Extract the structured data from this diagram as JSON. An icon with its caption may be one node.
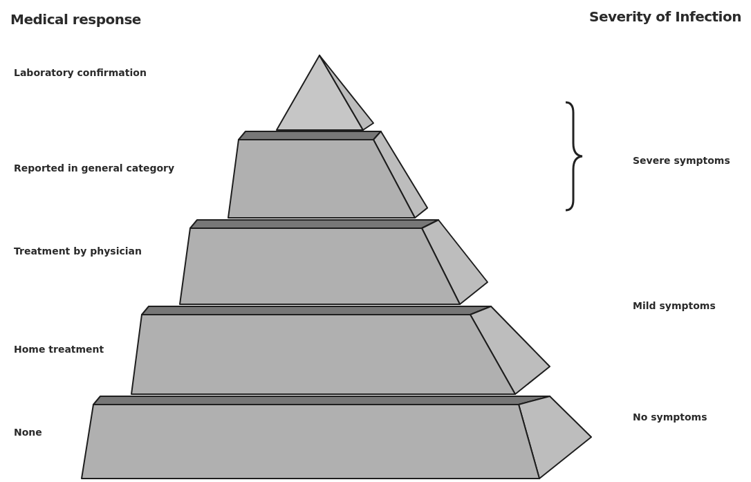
{
  "diagram": {
    "nodes": [
      {
        "text": [],
        "shape": "triangle"
      },
      {
        "text": [],
        "shape": "trapezoid"
      },
      {
        "text": [],
        "shape": "trapezoid"
      },
      {
        "text": [],
        "shape": "trapezoid"
      },
      {
        "text": [],
        "shape": "trapezoid"
      }
    ],
    "edges": [],
    "labels": [
      "Medical response",
      "Severity of Infection",
      "Laboratory confirmation",
      "Reported in general category",
      "Severe symptoms",
      "Treatment by physician",
      "Mild symptoms",
      "Home treatment",
      "None",
      "No symptoms"
    ]
  }
}
